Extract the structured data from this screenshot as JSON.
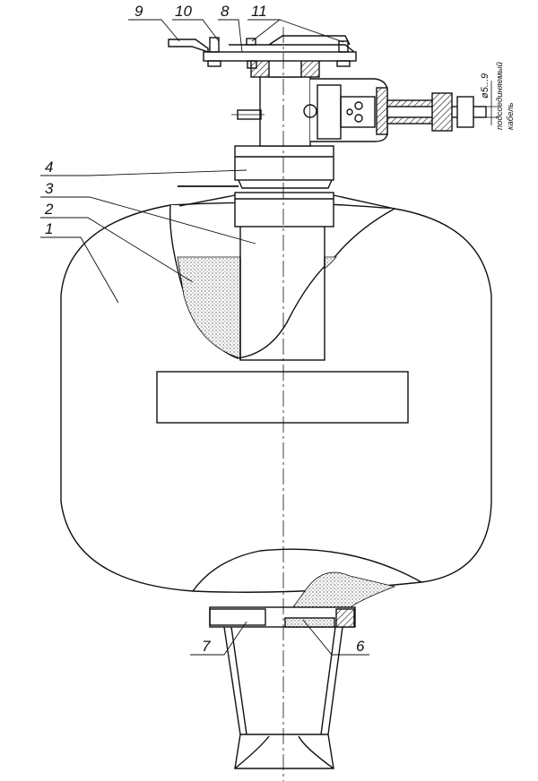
{
  "labels": {
    "l1": "1",
    "l2": "2",
    "l3": "3",
    "l4": "4",
    "l6": "6",
    "l7": "7",
    "l8": "8",
    "l9": "9",
    "l10": "10",
    "l11": "11"
  },
  "cable": {
    "diameter": "ø5...9",
    "line1": "подсоединяемый",
    "line2": "кабель"
  },
  "colors": {
    "ink": "#111111",
    "fill_pattern": "#555555"
  }
}
